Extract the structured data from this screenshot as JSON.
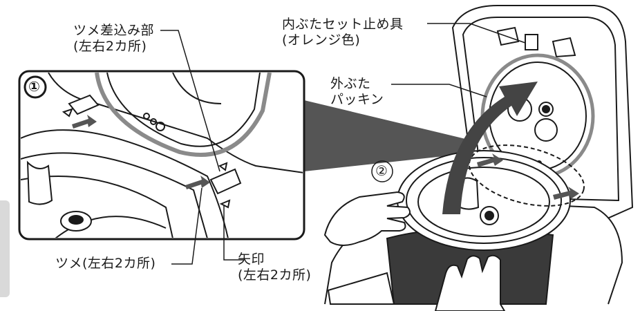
{
  "labels": {
    "claw_slot_1": "ツメ差込み部",
    "claw_slot_2": "(左右2カ所)",
    "inner_lid_stopper_1": "内ぶたセット止め具",
    "inner_lid_stopper_2": "(オレンジ色)",
    "outer_lid_1": "外ぶた",
    "outer_lid_2": "パッキン",
    "claw": "ツメ(左右2カ所)",
    "arrow_mark_1": "矢印",
    "arrow_mark_2": "(左右2カ所)",
    "step1": "①",
    "step2": "②"
  },
  "colors": {
    "line": "#1a1a1a",
    "gasket": "#8a8a8a",
    "arrow_fill": "#4a4a4a",
    "zoom_band": "#555555",
    "side_tab": "#d9d9d9"
  }
}
